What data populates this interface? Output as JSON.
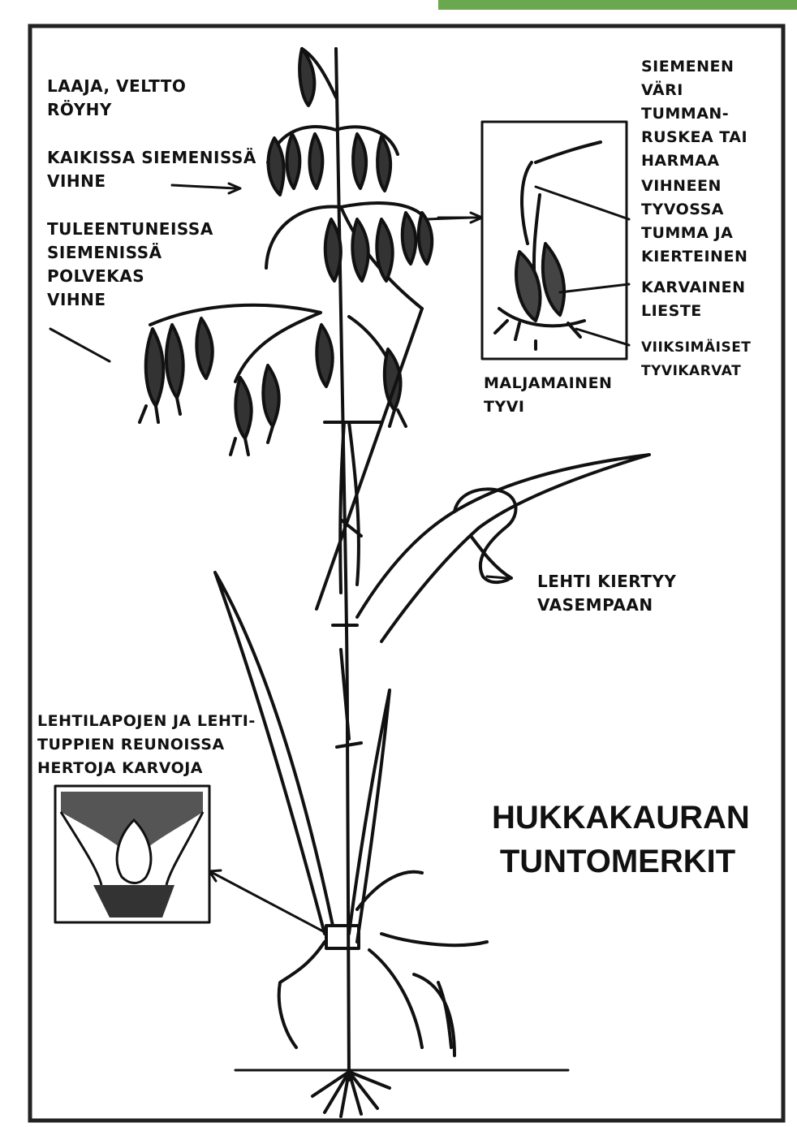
{
  "colors": {
    "frame": "#222222",
    "ink": "#111111",
    "accent_bar": "#6aa84f"
  },
  "title": {
    "line1": "HUKKAKAURAN",
    "line2": "TUNTOMERKIT"
  },
  "labels": {
    "panicle": [
      "LAAJA, VELTTO",
      "RÖYHY"
    ],
    "awn_all": [
      "KAIKISSA SIEMENISSÄ",
      "VIHNE"
    ],
    "awn_ripe": [
      "TULEENTUNEISSA",
      "SIEMENISSÄ",
      "POLVEKAS",
      "VIHNE"
    ],
    "seed_color": [
      "SIEMENEN",
      "VÄRI",
      "TUMMAN-",
      "RUSKEA TAI",
      "HARMAA"
    ],
    "awn_base": [
      "VIHNEEN",
      "TYVOSSA",
      "TUMMA JA",
      "KIERTEINEN"
    ],
    "lemma": [
      "KARVAINEN",
      "LIESTE"
    ],
    "base_hairs": [
      "VIIKSIMÄISET",
      "TYVIKARVAT"
    ],
    "cup_base": [
      "MALJAMAINEN",
      "TYVI"
    ],
    "leaf_twist": [
      "LEHTI KIERTYY",
      "VASEMPAAN"
    ],
    "ligule": [
      "LEHTILAPOJEN JA LEHTI-",
      "TUPPIEN REUNOISSA",
      "HERTOJA KARVOJA"
    ]
  }
}
